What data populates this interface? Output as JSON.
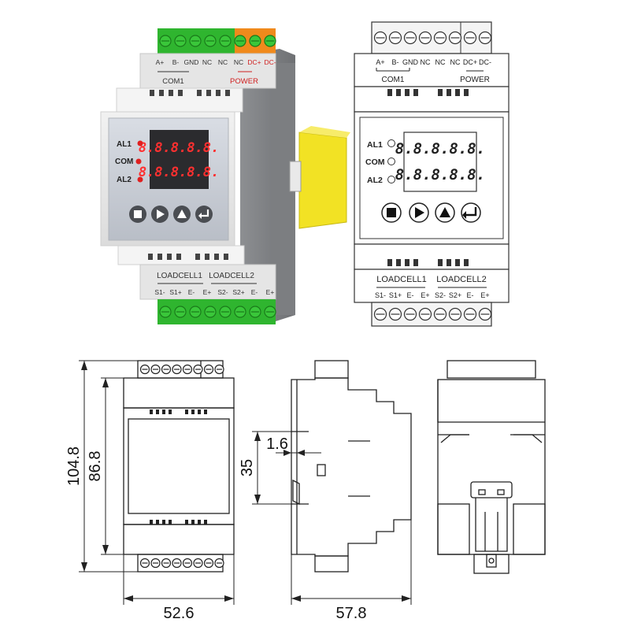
{
  "top_terminals": {
    "pins": [
      "A+",
      "B-",
      "GND",
      "NC",
      "NC",
      "NC",
      "DC+",
      "DC-"
    ],
    "group_com": "COM1",
    "group_power": "POWER"
  },
  "bottom_terminals": {
    "pins": [
      "S1-",
      "S1+",
      "E-",
      "E+",
      "S2-",
      "S2+",
      "E-",
      "E+"
    ],
    "group_1": "LOADCELL1",
    "group_2": "LOADCELL2"
  },
  "panel": {
    "indicators": [
      "AL1",
      "COM",
      "AL2"
    ],
    "display_top": "8.8.8.8.8.",
    "display_bottom": "8.8.8.8.8."
  },
  "buttons": [
    "stop",
    "play",
    "up",
    "enter"
  ],
  "dimensions": {
    "total_height": "104.8",
    "body_height": "86.8",
    "width": "52.6",
    "depth": "57.8",
    "rail_height": "35",
    "offset": "1.6"
  },
  "colors": {
    "terminal_green": "#2fb52f",
    "terminal_orange": "#f08a1c",
    "rail_clip_yellow": "#f2e224",
    "led_red": "#e02020"
  }
}
